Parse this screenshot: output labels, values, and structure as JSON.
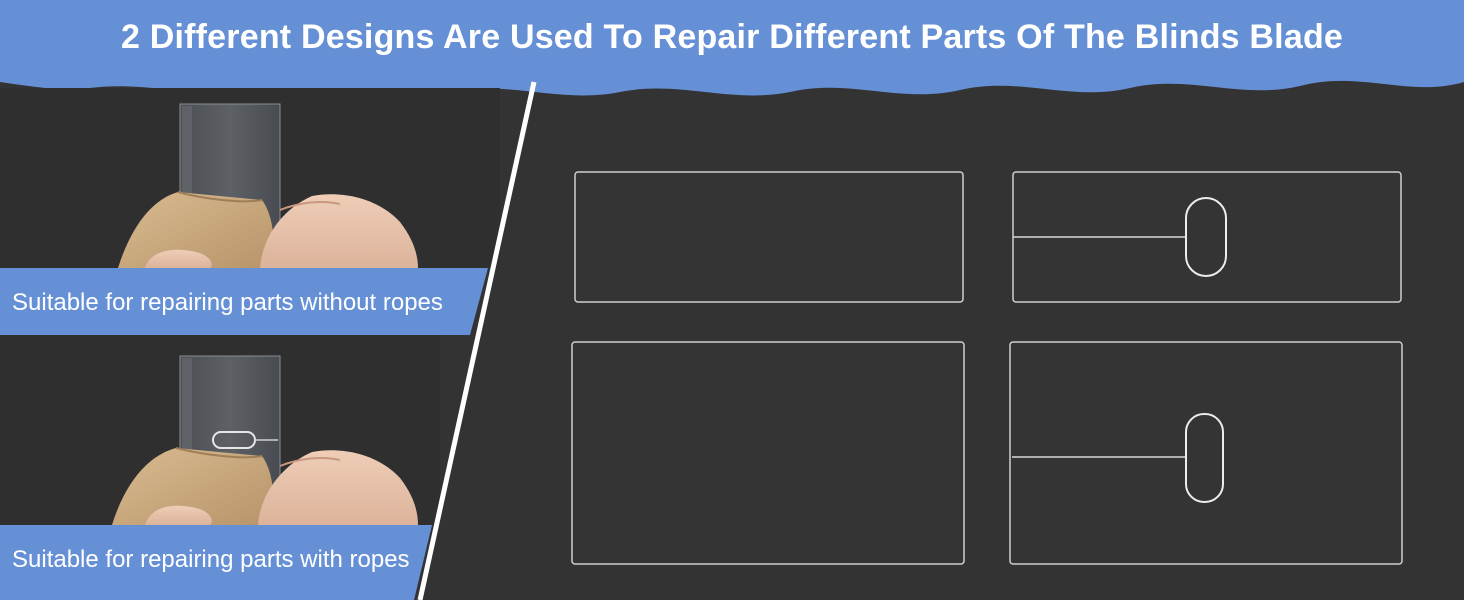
{
  "header": {
    "title": "2 Different Designs Are Used To Repair Different Parts Of The Blinds Blade"
  },
  "panels": [
    {
      "caption": "Suitable for repairing parts without ropes"
    },
    {
      "caption": "Suitable for repairing parts with ropes"
    }
  ],
  "colors": {
    "banner_blue": "#6690d6",
    "background": "#333333",
    "text": "#ffffff",
    "kraft_paper": "#c6a57a",
    "skin": "#e8c4ad"
  },
  "icons": [
    "clear-strip-icon",
    "clear-strip-with-slot-icon"
  ]
}
